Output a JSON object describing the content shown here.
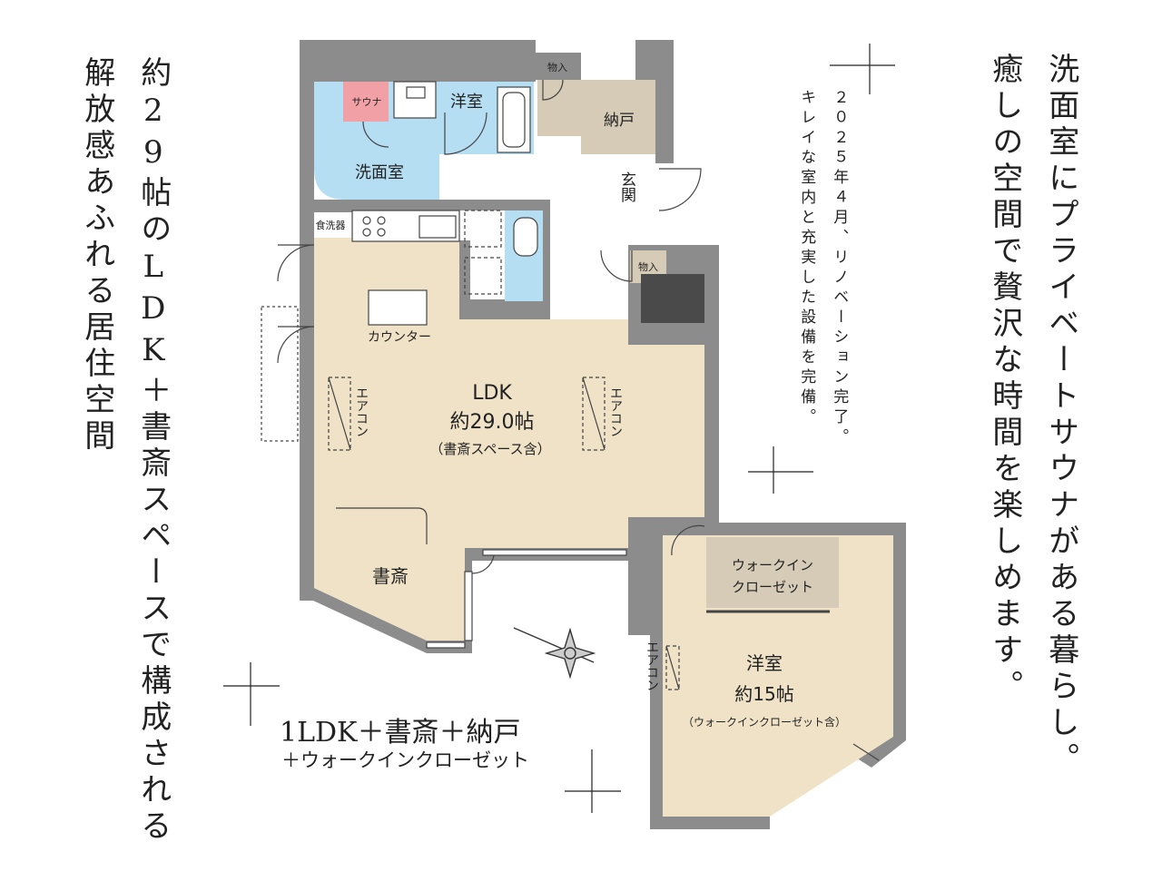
{
  "left_copy": {
    "col1": "約29帖のLDK＋書斎スペースで構成される",
    "col2": "解放感あふれる居住空間"
  },
  "right_copy": {
    "col1": "洗面室にプライベートサウナがある暮らし。",
    "col2": "癒しの空間で贅沢な時間を楽しめます。"
  },
  "note": {
    "col1": "２０２５年４月、リノベーション完了。",
    "col2": "キレイな室内と充実した設備を完備。"
  },
  "summary": {
    "title": "1LDK＋書斎＋納戸",
    "subtitle": "＋ウォークインクローゼット"
  },
  "rooms": {
    "sauna": "サウナ",
    "western_small": "洋室",
    "storage_top": "物入",
    "nando": "納戸",
    "washroom": "洗面室",
    "genkan": "玄関",
    "storage_mid": "物入",
    "dishwasher": "食洗器",
    "counter": "カウンター",
    "ldk_name": "LDK",
    "ldk_size": "約29.0帖",
    "ldk_note": "（書斎スペース含）",
    "aircon_left": "エアコン",
    "aircon_right": "エアコン",
    "study": "書斎",
    "wic_line1": "ウォークイン",
    "wic_line2": "クローゼット",
    "western_large": "洋室",
    "western_large_size": "約15帖",
    "western_large_note": "（ウォークインクローゼット含）",
    "aircon_bedroom": "エアコン"
  },
  "colors": {
    "wall": "#8c8c8c",
    "living": "#efe2c7",
    "water": "#b5def3",
    "sauna": "#f1a0a6",
    "storage": "#d6cbb6",
    "dark": "#4a4a4a"
  }
}
